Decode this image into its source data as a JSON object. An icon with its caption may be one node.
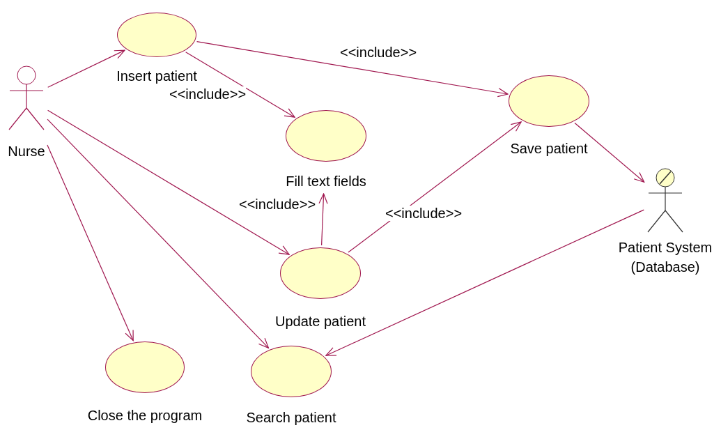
{
  "diagram": {
    "nodes": [
      {
        "text": [
          "Nurse"
        ]
      },
      {
        "text": [
          "Insert patient"
        ]
      },
      {
        "text": [
          "Save patient"
        ]
      },
      {
        "text": [
          "Fill text fields"
        ]
      },
      {
        "text": [
          "Patient System (Database)"
        ]
      },
      {
        "text": [
          "Update patient"
        ]
      },
      {
        "text": [
          "Close the program"
        ]
      },
      {
        "text": [
          "Search patient"
        ]
      }
    ],
    "edges": [
      {
        "from": 0,
        "to": 1,
        "arrow": "to"
      },
      {
        "from": 1,
        "to": 2,
        "arrow": "to",
        "label": "<<include>>"
      },
      {
        "from": 1,
        "to": 3,
        "arrow": "to",
        "label": "<<include>>"
      },
      {
        "from": 0,
        "to": 5,
        "arrow": "to"
      },
      {
        "from": 0,
        "to": 7,
        "arrow": "to"
      },
      {
        "from": 0,
        "to": 6,
        "arrow": "to"
      },
      {
        "from": 5,
        "to": 3,
        "arrow": "to",
        "label": "<<include>>"
      },
      {
        "from": 5,
        "to": 2,
        "arrow": "to",
        "label": "<<include>>"
      },
      {
        "from": 2,
        "to": 4,
        "arrow": "to"
      },
      {
        "from": 4,
        "to": 7,
        "arrow": "to"
      }
    ]
  }
}
